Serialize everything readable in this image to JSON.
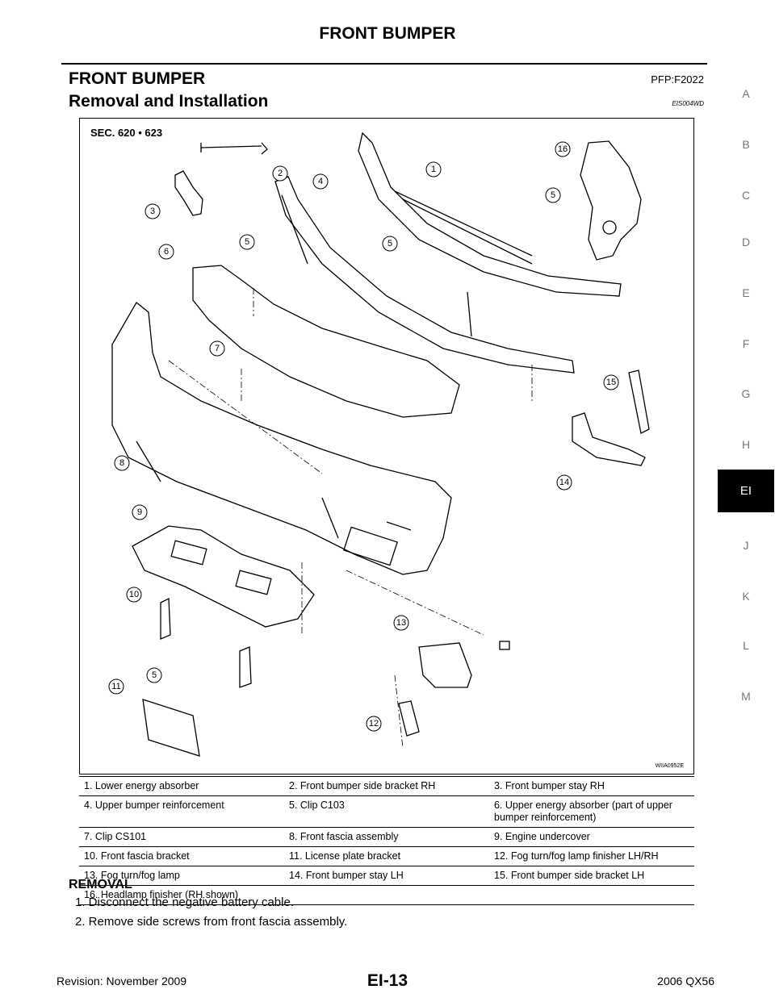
{
  "header": {
    "title": "FRONT BUMPER"
  },
  "section": {
    "title": "FRONT BUMPER",
    "pfp": "PFP:F2022"
  },
  "subsection": {
    "title": "Removal and Installation",
    "code": "EIS004WD"
  },
  "side_index": [
    "A",
    "B",
    "C",
    "D",
    "E",
    "F",
    "G",
    "H",
    "EI",
    "J",
    "K",
    "L",
    "M"
  ],
  "side_index_active": "EI",
  "figure": {
    "sec_label": "SEC. 620 • 623",
    "figure_id": "WIIA0952E",
    "callouts": [
      "16",
      "1",
      "2",
      "4",
      "3",
      "5",
      "5",
      "6",
      "5",
      "7",
      "15",
      "8",
      "14",
      "9",
      "10",
      "13",
      "5",
      "11",
      "12"
    ]
  },
  "legend": [
    [
      "1.   Lower energy absorber",
      "2.   Front bumper side bracket RH",
      "3.   Front bumper stay RH"
    ],
    [
      "4.   Upper bumper reinforcement",
      "5.   Clip C103",
      "6.   Upper energy absorber (part of upper bumper reinforcement)"
    ],
    [
      "7.   Clip CS101",
      "8.   Front fascia assembly",
      "9.   Engine undercover"
    ],
    [
      "10.  Front fascia bracket",
      "11.  License plate bracket",
      "12.  Fog turn/fog lamp finisher LH/RH"
    ],
    [
      "13.  Fog turn/fog lamp",
      "14.  Front bumper stay LH",
      "15.  Front bumper side bracket LH"
    ],
    [
      "16.  Headlamp finisher (RH shown)",
      "",
      ""
    ]
  ],
  "removal": {
    "heading": "REMOVAL",
    "steps": [
      "1.   Disconnect the negative battery cable.",
      "2.   Remove side screws from front fascia assembly."
    ]
  },
  "footer": {
    "left": "Revision: November 2009",
    "center": "EI-13",
    "right": "2006 QX56"
  }
}
